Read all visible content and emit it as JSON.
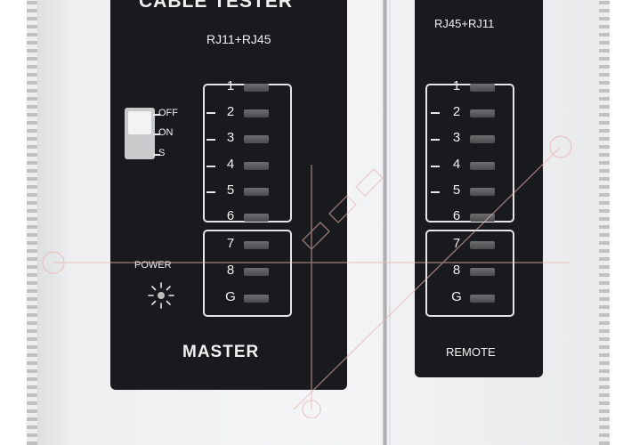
{
  "master": {
    "title": "CABLE TESTER",
    "connector": "RJ11+RJ45",
    "label": "MASTER",
    "power_label": "POWER",
    "switch": [
      "OFF",
      "ON",
      "S"
    ],
    "pins": [
      "1",
      "2",
      "3",
      "4",
      "5",
      "6",
      "7",
      "8",
      "G"
    ]
  },
  "remote": {
    "connector": "RJ45+RJ11",
    "label": "REMOTE",
    "pins": [
      "1",
      "2",
      "3",
      "4",
      "5",
      "6",
      "7",
      "8",
      "G"
    ]
  },
  "colors": {
    "panel": "#191a1d",
    "body": "#eeeff0",
    "led_off": "#5a5b5d",
    "watermark": "#e08a8a"
  }
}
